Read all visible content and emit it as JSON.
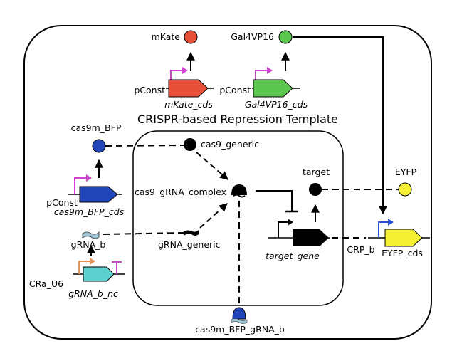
{
  "title": "CRISPR-based Repression Template",
  "labels": {
    "mkate": "mKate",
    "mkate_promoter": "pConst",
    "mkate_cds": "mKate_cds",
    "gal4vp16": "Gal4VP16",
    "gal4vp16_promoter": "pConst",
    "gal4vp16_cds": "Gal4VP16_cds",
    "cas9m_bfp": "cas9m_BFP",
    "cas9m_bfp_promoter": "pConst",
    "cas9m_bfp_cds": "cas9m_BFP_cds",
    "grna_b": "gRNA_b",
    "grna_b_promoter": "CRa_U6",
    "grna_b_nc": "gRNA_b_nc",
    "cas9_generic": "cas9_generic",
    "cas9_grna_complex": "cas9_gRNA_complex",
    "grna_generic": "gRNA_generic",
    "target": "target",
    "target_gene": "target_gene",
    "eyfp": "EYFP",
    "crp_b": "CRP_b",
    "eyfp_cds": "EYFP_cds",
    "cas9m_bfp_grna_b": "cas9m_BFP_gRNA_b"
  },
  "colors": {
    "mkate": "#e8503a",
    "gal4vp16": "#5cc650",
    "cas9m_bfp": "#1f45b8",
    "grna_b_nc": "#5ccfcf",
    "grna_b_promoter": "#e0935a",
    "promoter_magenta": "#cc44cc",
    "terminator": "#cc44cc",
    "eyfp": "#f5f032",
    "crp_b_promoter": "#2a4ed8",
    "black": "#000000"
  }
}
